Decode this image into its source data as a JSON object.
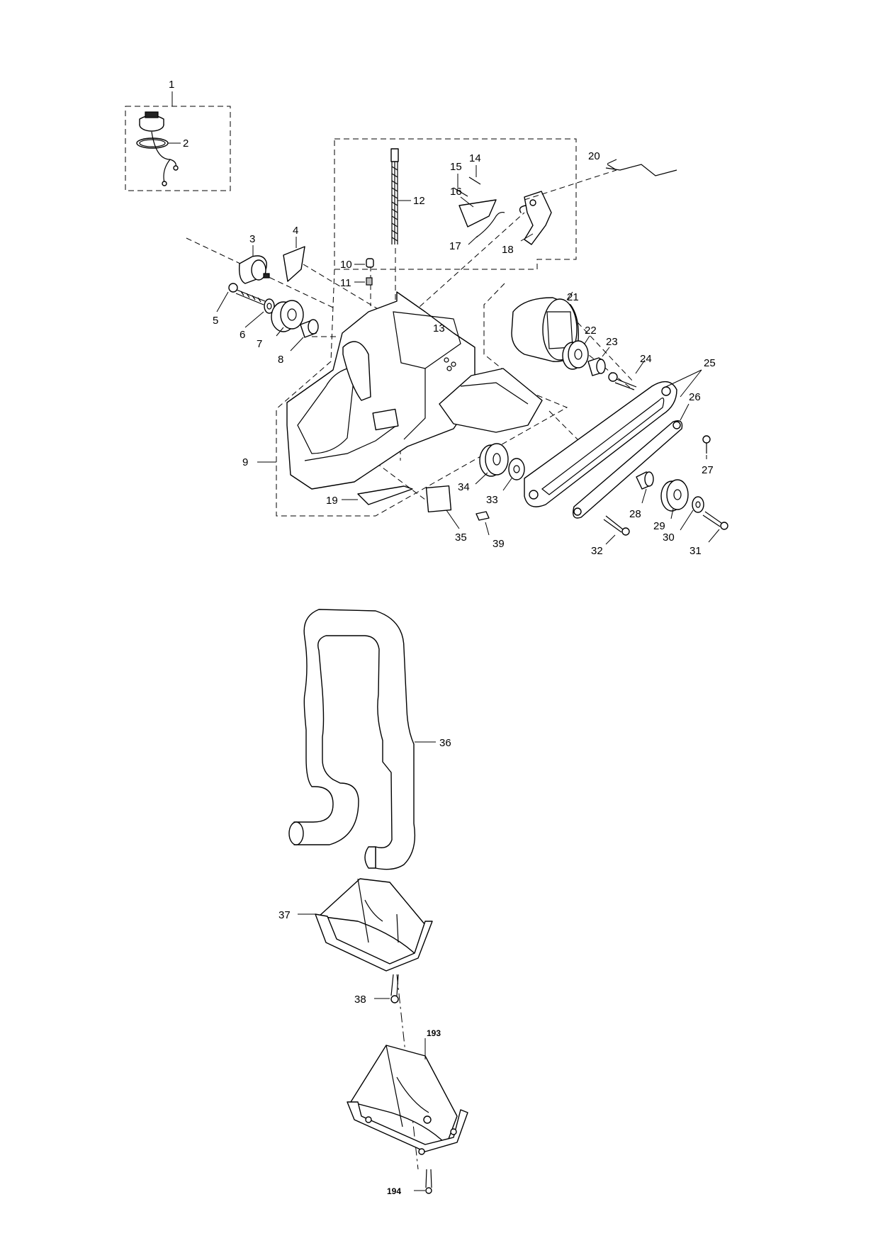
{
  "labels": {
    "l1": "1",
    "l2": "2",
    "l3": "3",
    "l4": "4",
    "l5": "5",
    "l6": "6",
    "l7": "7",
    "l8": "8",
    "l9": "9",
    "l10": "10",
    "l11": "11",
    "l12": "12",
    "l13": "13",
    "l14": "14",
    "l15": "15",
    "l16": "16",
    "l17": "17",
    "l18": "18",
    "l19": "19",
    "l20": "20",
    "l21": "21",
    "l22": "22",
    "l23": "23",
    "l24": "24",
    "l25": "25",
    "l26": "26",
    "l27": "27",
    "l28": "28",
    "l29": "29",
    "l30": "30",
    "l31": "31",
    "l32": "32",
    "l33": "33",
    "l34": "34",
    "l35": "35",
    "l36": "36",
    "l37": "37",
    "l38": "38",
    "l39": "39",
    "l193": "193",
    "l194": "194"
  }
}
